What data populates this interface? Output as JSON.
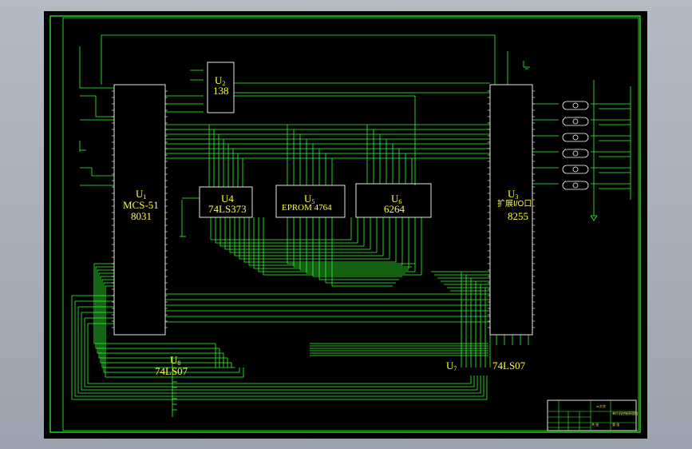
{
  "colors": {
    "background": "#000000",
    "frame": "#33ff33",
    "wire": "#33ff33",
    "chip": "#ffffff",
    "text": "#ffff33",
    "viewport": "#a6aeb9"
  },
  "chips": {
    "u1": {
      "ref": "U",
      "sub": "1",
      "name": "MCS-51",
      "part": "8031"
    },
    "u2": {
      "ref": "U",
      "sub": "2",
      "part": "138"
    },
    "u4": {
      "ref": "U4",
      "part": "74LS373"
    },
    "u5": {
      "ref": "U",
      "sub": "5",
      "part": "EPROM 4764"
    },
    "u6": {
      "ref": "U",
      "sub": "6",
      "part": "6264"
    },
    "u3": {
      "ref": "U",
      "sub": "3",
      "name": "扩展I/O口",
      "part": "8255"
    },
    "u8": {
      "ref": "U",
      "sub": "8",
      "part": "74LS07"
    },
    "u7": {
      "ref": "U",
      "sub": "7",
      "part": "74LS07"
    }
  },
  "title_block": {
    "row1": "xx大学",
    "row2": "单片机控制原理图",
    "row3": "共 张",
    "row4": "第 张"
  }
}
